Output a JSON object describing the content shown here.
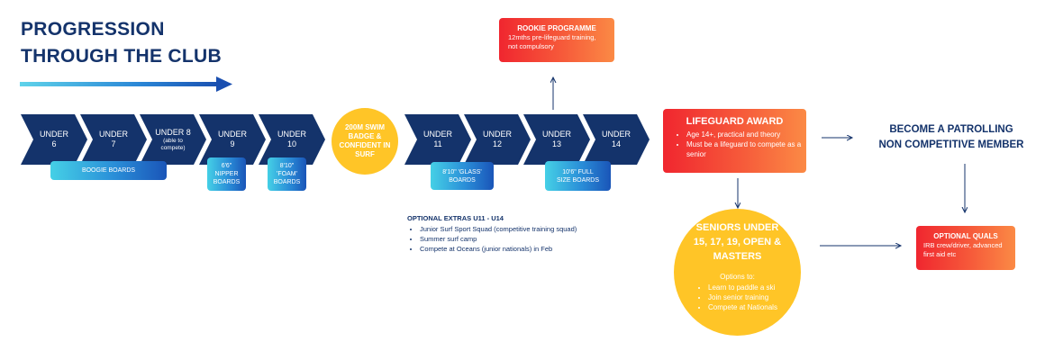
{
  "title": {
    "line1": "PROGRESSION",
    "line2": "THROUGH THE CLUB"
  },
  "chevrons": [
    {
      "id": "u6",
      "label": "UNDER\n6",
      "sub": ""
    },
    {
      "id": "u7",
      "label": "UNDER\n7",
      "sub": ""
    },
    {
      "id": "u8",
      "label": "UNDER 8",
      "sub": "(able to\ncompete)"
    },
    {
      "id": "u9",
      "label": "UNDER\n9",
      "sub": ""
    },
    {
      "id": "u10",
      "label": "UNDER\n10",
      "sub": ""
    },
    {
      "id": "u11",
      "label": "UNDER\n11",
      "sub": ""
    },
    {
      "id": "u12",
      "label": "UNDER\n12",
      "sub": ""
    },
    {
      "id": "u13",
      "label": "UNDER\n13",
      "sub": ""
    },
    {
      "id": "u14",
      "label": "UNDER\n14",
      "sub": ""
    }
  ],
  "boards": {
    "boogie": "BOOGIE BOARDS",
    "nipper": "6'6\"\nNIPPER\nBOARDS",
    "foam": "8'10\"\n'FOAM'\nBOARDS",
    "glass": "8'10\" 'GLASS'\nBOARDS",
    "full": "10'6\" FULL\nSIZE BOARDS"
  },
  "swim": {
    "text": "200M SWIM BADGE & CONFIDENT IN SURF"
  },
  "rookie": {
    "title": "ROOKIE PROGRAMME",
    "text": "12mths pre-lifeguard training, not compulsory"
  },
  "lifeguard": {
    "title": "LIFEGUARD AWARD",
    "items": [
      "Age 14+, practical and theory",
      "Must be a lifeguard to compete as a senior"
    ]
  },
  "patrol": {
    "line1": "BECOME A PATROLLING",
    "line2": "NON COMPETITIVE MEMBER"
  },
  "seniors": {
    "title": "SENIORS UNDER 15, 17, 19, OPEN & MASTERS",
    "options_title": "Options to:",
    "options": [
      "Learn to paddle a ski",
      "Join senior training",
      "Compete at Nationals"
    ]
  },
  "quals": {
    "title": "OPTIONAL QUALS",
    "text": "IRB crew/driver, advanced first aid etc"
  },
  "extras": {
    "title": "OPTIONAL EXTRAS U11 - U14",
    "items": [
      "Junior Surf Sport Squad (competitive training squad)",
      "Summer surf camp",
      "Compete at Oceans (junior nationals) in Feb"
    ]
  },
  "colors": {
    "navy": "#14336b",
    "chevron": "#14336b",
    "yellow": "#ffc527",
    "red_start": "#f0262f",
    "red_end": "#fb8a45",
    "board_light": "#45d0e6",
    "board_dark": "#1a55b8"
  }
}
